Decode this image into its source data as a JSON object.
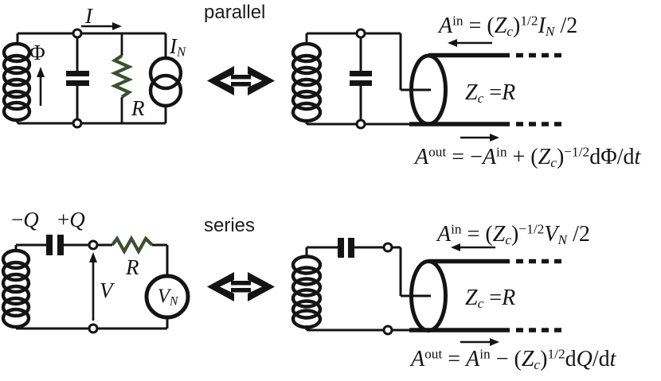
{
  "colors": {
    "ink": "#141414",
    "resistor_green": "#3a5030"
  },
  "rows": [
    {
      "label": "parallel",
      "lumped": {
        "flux_label": "Φ",
        "current_label": "*I*",
        "resistor_label": "*R*",
        "source_label": "*I*_{*N*}"
      },
      "equivalent": {
        "eq_in": "*A*^{in} = (*Z*_{*c*})^{1/2}*I*_{*N*} /2",
        "impedance": "*Z*_{*c*} =*R*",
        "eq_out": "*A*^{out} = −*A*^{in} + (*Z*_{*c*})^{−1/2}dΦ/d*t*"
      }
    },
    {
      "label": "series",
      "lumped": {
        "charge_neg_label": "−*Q*",
        "charge_pos_label": "+*Q*",
        "resistor_label": "*R*",
        "voltage_label": "*V*",
        "source_label": "*V*_{*N*}"
      },
      "equivalent": {
        "eq_in": "*A*^{in} = (*Z*_{*c*})^{−1/2}*V*_{*N*} /2",
        "impedance": "*Z*_{*c*} =*R*",
        "eq_out": "*A*^{out} = *A*^{in} − (*Z*_{*c*})^{1/2}d*Q*/d*t*"
      }
    }
  ]
}
